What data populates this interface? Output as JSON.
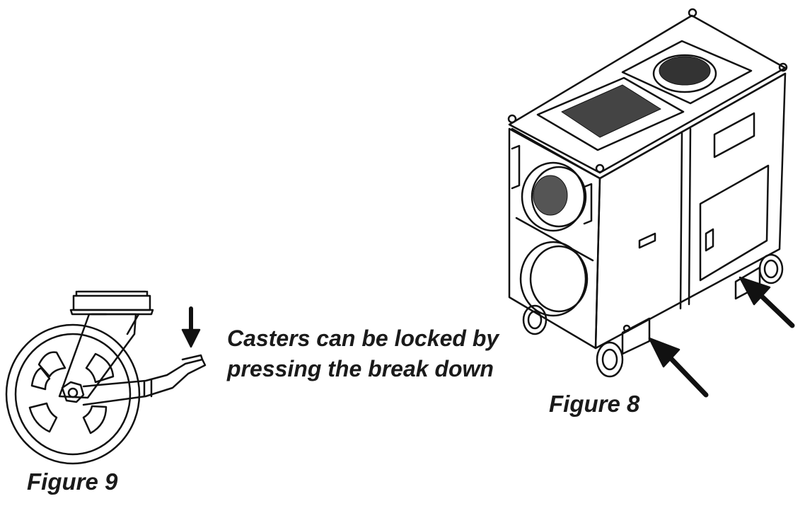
{
  "figures": {
    "caster": {
      "caption": "Figure 9"
    },
    "unit": {
      "caption": "Figure 8"
    }
  },
  "instruction": {
    "line1": "Casters can be locked by",
    "line2": "pressing the break down"
  }
}
